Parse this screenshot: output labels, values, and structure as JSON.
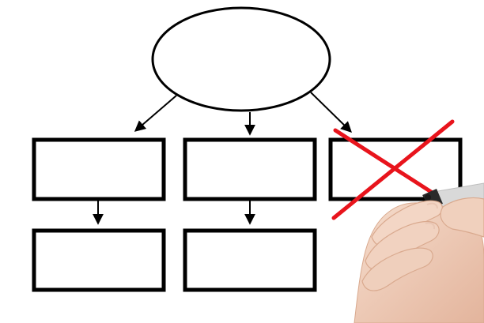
{
  "diagram": {
    "nodes": [
      {
        "id": "top-ellipse",
        "shape": "ellipse",
        "label": ""
      },
      {
        "id": "box-left-upper",
        "shape": "rectangle",
        "label": ""
      },
      {
        "id": "box-middle-upper",
        "shape": "rectangle",
        "label": ""
      },
      {
        "id": "box-right-upper",
        "shape": "rectangle",
        "label": "",
        "crossed_out": true
      },
      {
        "id": "box-left-lower",
        "shape": "rectangle",
        "label": ""
      },
      {
        "id": "box-middle-lower",
        "shape": "rectangle",
        "label": ""
      }
    ],
    "edges": [
      {
        "from": "top-ellipse",
        "to": "box-left-upper"
      },
      {
        "from": "top-ellipse",
        "to": "box-middle-upper"
      },
      {
        "from": "top-ellipse",
        "to": "box-right-upper"
      },
      {
        "from": "box-left-upper",
        "to": "box-left-lower"
      },
      {
        "from": "box-middle-upper",
        "to": "box-middle-lower"
      }
    ],
    "colors": {
      "stroke": "#000000",
      "cross": "#e8141c",
      "background": "#ffffff",
      "skin": "#f1d2c0",
      "skin_shadow": "#d9a98e",
      "marker_body": "#d9d9d9",
      "marker_tip": "#1a1a1a"
    },
    "overlay": {
      "icon": "hand-holding-marker-icon"
    }
  }
}
